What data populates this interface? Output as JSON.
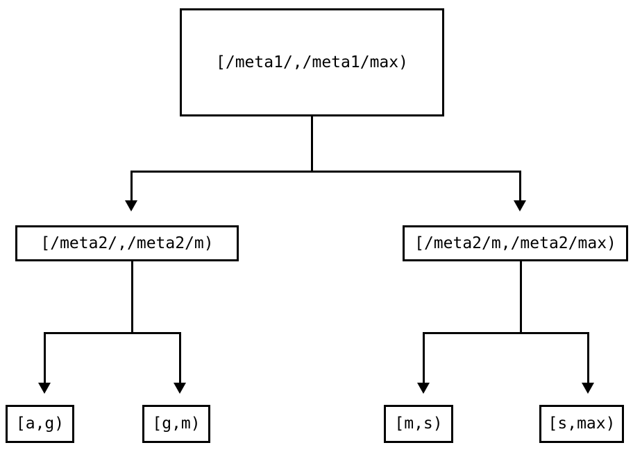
{
  "diagram": {
    "type": "tree",
    "title": "",
    "background_color": "#ffffff",
    "line_color": "#000000",
    "text_color": "#000000",
    "nodes": {
      "root": {
        "id": "root",
        "label": "[/meta1/,/meta1/max)",
        "level": 0
      },
      "mid_left": {
        "id": "mid-left",
        "label": "[/meta2/,/meta2/m)",
        "level": 1
      },
      "mid_right": {
        "id": "mid-right",
        "label": "[/meta2/m,/meta2/max)",
        "level": 1
      },
      "leaves": [
        {
          "id": "leaf-0",
          "label": "[a,g)",
          "level": 2,
          "parent": "mid-left"
        },
        {
          "id": "leaf-1",
          "label": "[g,m)",
          "level": 2,
          "parent": "mid-left"
        },
        {
          "id": "leaf-2",
          "label": "[m,s)",
          "level": 2,
          "parent": "mid-right"
        },
        {
          "id": "leaf-3",
          "label": "[s,max)",
          "level": 2,
          "parent": "mid-right"
        }
      ]
    },
    "edges": [
      {
        "from": "root",
        "to": "mid-left",
        "arrow": "down"
      },
      {
        "from": "root",
        "to": "mid-right",
        "arrow": "down"
      },
      {
        "from": "mid-left",
        "to": "leaf-0",
        "arrow": "down"
      },
      {
        "from": "mid-left",
        "to": "leaf-1",
        "arrow": "down"
      },
      {
        "from": "mid-right",
        "to": "leaf-2",
        "arrow": "down"
      },
      {
        "from": "mid-right",
        "to": "leaf-3",
        "arrow": "down"
      }
    ]
  }
}
